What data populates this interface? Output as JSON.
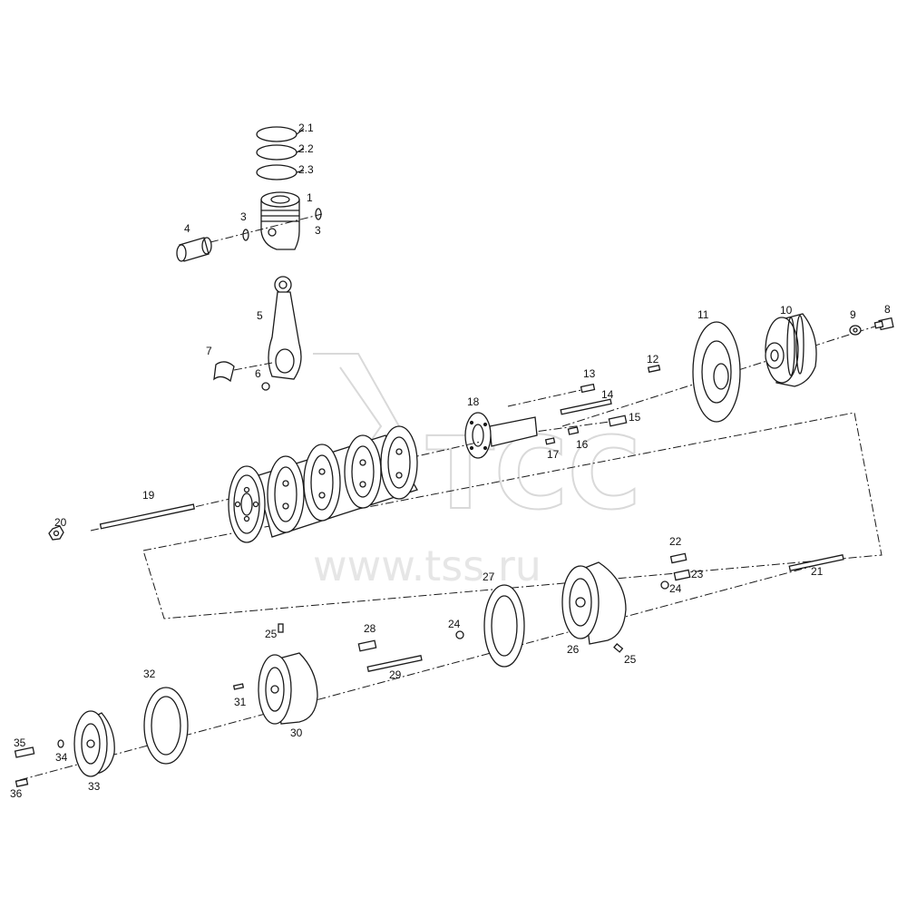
{
  "watermark": {
    "logo_text": "TCC",
    "site": "www.tss.ru",
    "colors": {
      "stroke": "#d9d9d9",
      "fill": "#e6e6e6"
    }
  },
  "colors": {
    "line": "#1a1a1a",
    "background": "#ffffff"
  },
  "callouts": {
    "c2_1": "2.1",
    "c2_2": "2.2",
    "c2_3": "2.3",
    "c1": "1",
    "c3a": "3",
    "c3b": "3",
    "c4": "4",
    "c5": "5",
    "c6": "6",
    "c7": "7",
    "c8": "8",
    "c9": "9",
    "c10": "10",
    "c11": "11",
    "c12": "12",
    "c13": "13",
    "c14": "14",
    "c15": "15",
    "c16": "16",
    "c17": "17",
    "c18": "18",
    "c19": "19",
    "c20": "20",
    "c21": "21",
    "c22": "22",
    "c23": "23",
    "c24a": "24",
    "c24b": "24",
    "c25a": "25",
    "c25b": "25",
    "c26": "26",
    "c27": "27",
    "c28": "28",
    "c29": "29",
    "c30": "30",
    "c31": "31",
    "c32": "32",
    "c33": "33",
    "c34": "34",
    "c35": "35",
    "c36": "36"
  }
}
